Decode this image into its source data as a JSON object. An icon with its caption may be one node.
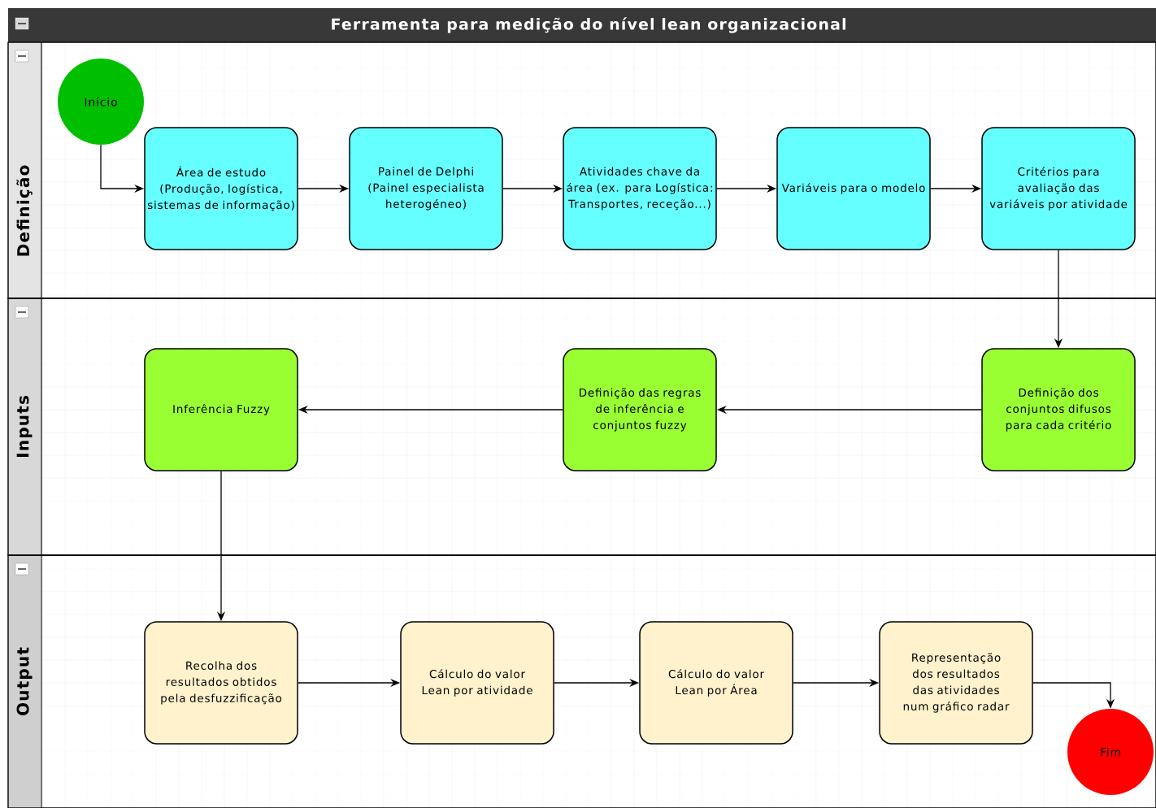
{
  "diagram": {
    "title": "Ferramenta para medição do nível lean organizacional",
    "nodes": [
      {
        "text": [
          "Definição"
        ]
      },
      {
        "text": [
          "Inputs"
        ]
      },
      {
        "text": [
          "Output"
        ]
      },
      {
        "text": [
          "Início"
        ],
        "in": 0
      },
      {
        "text": [
          "Área de estudo (Produção, logística, sistemas de informação)"
        ],
        "in": 0
      },
      {
        "text": [
          "Painel de Delphi (Painel especialista heterogéneo)"
        ],
        "in": 0
      },
      {
        "text": [
          "Atividades chave da área (ex. para Logística: Transportes, receção...)"
        ],
        "in": 0
      },
      {
        "text": [
          "Variáveis para o modelo"
        ],
        "in": 0
      },
      {
        "text": [
          "Critérios para avaliação das variáveis por atividade"
        ],
        "in": 0
      },
      {
        "text": [
          "Inferência Fuzzy"
        ],
        "in": 1
      },
      {
        "text": [
          "Definição das regras de inferência e conjuntos fuzzy"
        ],
        "in": 1
      },
      {
        "text": [
          "Definição dos conjuntos difusos para cada critério"
        ],
        "in": 1
      },
      {
        "text": [
          "Recolha dos resultados obtidos pela desfuzzificação"
        ],
        "in": 2
      },
      {
        "text": [
          "Cálculo do valor Lean por atividade"
        ],
        "in": 2
      },
      {
        "text": [
          "Cálculo do valor Lean por Área"
        ],
        "in": 2
      },
      {
        "text": [
          "Representação dos resultados das atividades num gráfico radar"
        ],
        "in": 2
      },
      {
        "text": [
          "Fim"
        ],
        "in": 2
      }
    ],
    "edges": [
      {
        "from": 3,
        "to": 4,
        "arrow": "to"
      },
      {
        "from": 4,
        "to": 5,
        "arrow": "to"
      },
      {
        "from": 5,
        "to": 6,
        "arrow": "to"
      },
      {
        "from": 6,
        "to": 7,
        "arrow": "to"
      },
      {
        "from": 7,
        "to": 8,
        "arrow": "to"
      },
      {
        "from": 8,
        "to": 11,
        "arrow": "to"
      },
      {
        "from": 11,
        "to": 10,
        "arrow": "to"
      },
      {
        "from": 10,
        "to": 9,
        "arrow": "to"
      },
      {
        "from": 9,
        "to": 12,
        "arrow": "to"
      },
      {
        "from": 12,
        "to": 13,
        "arrow": "to"
      },
      {
        "from": 13,
        "to": 14,
        "arrow": "to"
      },
      {
        "from": 14,
        "to": 15,
        "arrow": "to"
      },
      {
        "from": 15,
        "to": 16,
        "arrow": "to"
      }
    ]
  }
}
